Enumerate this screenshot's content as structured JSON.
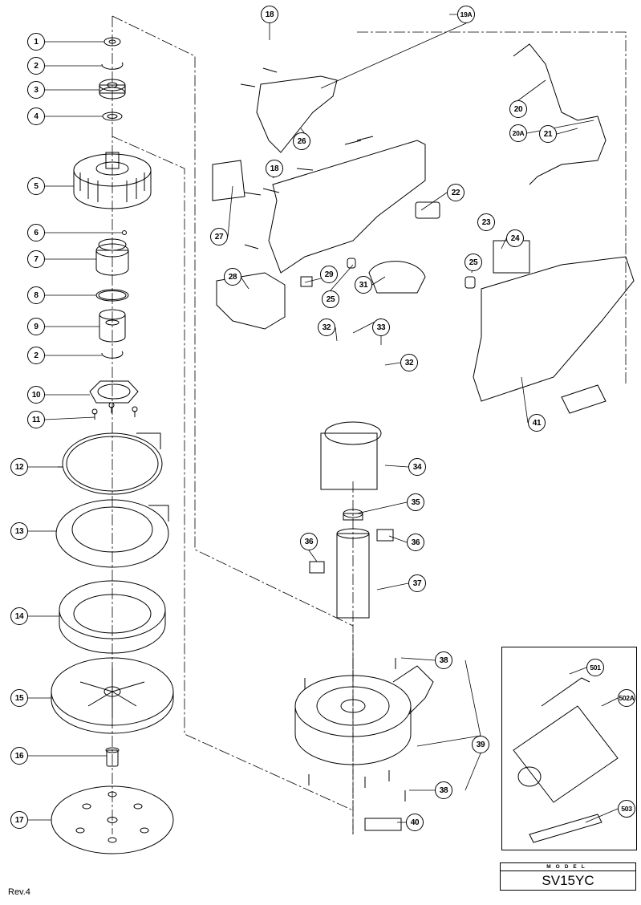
{
  "callouts": [
    "1",
    "2",
    "3",
    "4",
    "5",
    "6",
    "7",
    "8",
    "9",
    "2",
    "10",
    "11",
    "12",
    "13",
    "14",
    "15",
    "16",
    "17",
    "18",
    "19A",
    "26",
    "18",
    "27",
    "28",
    "29",
    "25",
    "31",
    "22",
    "20",
    "20A",
    "21",
    "23",
    "24",
    "25",
    "32",
    "33",
    "32",
    "34",
    "35",
    "36",
    "36",
    "37",
    "38",
    "39",
    "38",
    "40",
    "41",
    "501",
    "502A",
    "503"
  ],
  "model": {
    "label": "MODEL",
    "name": "SV15YC"
  },
  "revision": "Rev.4"
}
